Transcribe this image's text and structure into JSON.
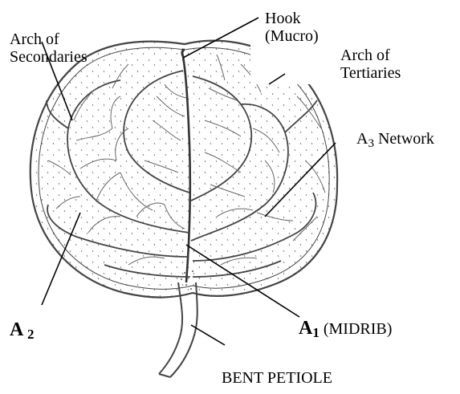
{
  "labels": {
    "hook_line1": "Hook",
    "hook_line2": "(Mucro)",
    "arch_secondaries_line1": "Arch of",
    "arch_secondaries_line2": "Secondaries",
    "arch_tertiaries_line1": "Arch of",
    "arch_tertiaries_line2": "Tertiaries",
    "a3_letter": "A",
    "a3_sub": "3",
    "a3_rest": " Network",
    "a2_letter": "A",
    "a2_sub": "2",
    "a1_letter": "A",
    "a1_sub": "1",
    "a1_rest": " (MIDRIB)",
    "petiole": "BENT PETIOLE"
  }
}
